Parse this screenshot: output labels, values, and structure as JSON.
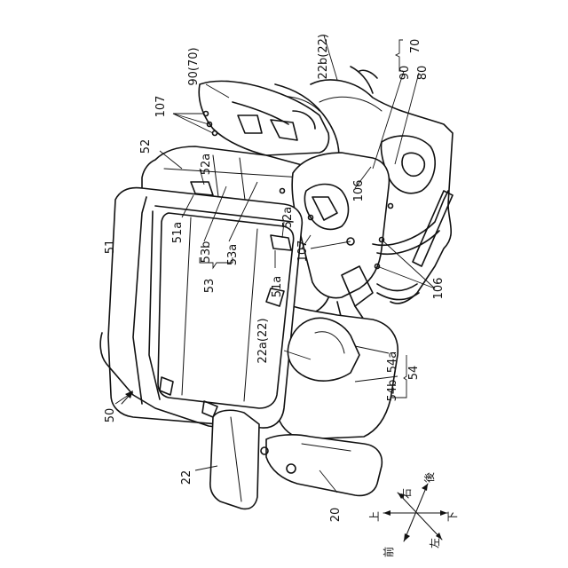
{
  "figure": {
    "labels": {
      "l_22b": "22b(22)",
      "l_70": "70",
      "l_90": "90",
      "l_80": "80",
      "l_9070": "90(70)",
      "l_107a": "107",
      "l_52": "52",
      "l_52a_top": "52a",
      "l_51a_top": "51a",
      "l_52a_mid": "52a",
      "l_106a": "106",
      "l_106b": "106",
      "l_107b": "107",
      "l_51": "51",
      "l_53b": "53b",
      "l_53a": "53a",
      "l_53": "53",
      "l_51a_mid": "51a",
      "l_22a": "22a(22)",
      "l_54a": "54a",
      "l_54": "54",
      "l_54b": "54b",
      "l_50": "50",
      "l_22": "22",
      "l_20": "20"
    },
    "directions": {
      "right": "右",
      "rear": "後",
      "up": "上",
      "down": "下",
      "front": "前",
      "left": "左"
    }
  }
}
